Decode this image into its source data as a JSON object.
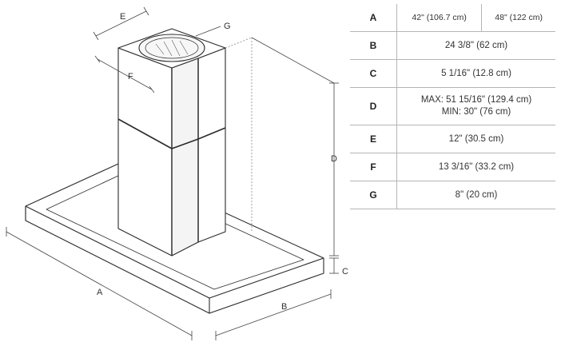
{
  "diagram": {
    "labels": {
      "a": "A",
      "b": "B",
      "c": "C",
      "d": "D",
      "e": "E",
      "f": "F",
      "g": "G"
    }
  },
  "table": {
    "rows": [
      {
        "key": "A",
        "values": [
          "42\" (106.7 cm)",
          "48\" (122 cm)"
        ]
      },
      {
        "key": "B",
        "value": "24 3/8\" (62 cm)"
      },
      {
        "key": "C",
        "value": "5 1/16\" (12.8 cm)"
      },
      {
        "key": "D",
        "lines": [
          "MAX: 51 15/16\" (129.4 cm)",
          "MIN: 30\" (76 cm)"
        ]
      },
      {
        "key": "E",
        "value": "12\" (30.5 cm)"
      },
      {
        "key": "F",
        "value": "13 3/16\" (33.2 cm)"
      },
      {
        "key": "G",
        "value": "8\" (20 cm)"
      }
    ]
  }
}
